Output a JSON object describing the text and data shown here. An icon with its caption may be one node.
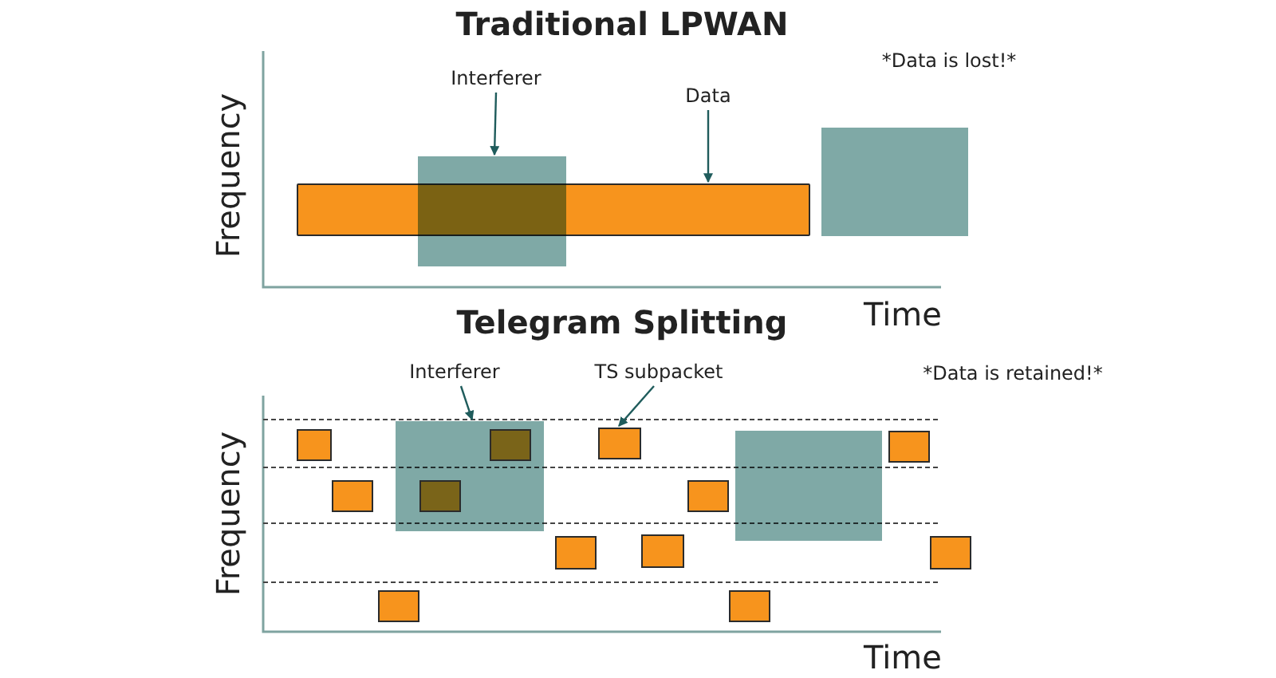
{
  "diagram": {
    "nodes": [
      {
        "text": [
          "Interferer"
        ]
      },
      {
        "text": [
          "Data"
        ]
      },
      {
        "text": [],
        "shape": "box"
      },
      {
        "text": [],
        "shape": "bar"
      },
      {
        "text": [],
        "shape": "box"
      },
      {
        "text": [
          "Interferer"
        ]
      },
      {
        "text": [
          "TS subpacket"
        ]
      },
      {
        "text": [],
        "shape": "box"
      },
      {
        "text": [],
        "shape": "box"
      },
      {
        "text": [],
        "shape": "box"
      },
      {
        "text": [],
        "shape": "box"
      },
      {
        "text": [],
        "shape": "box"
      },
      {
        "text": [],
        "shape": "box",
        "in": 7
      },
      {
        "text": [],
        "shape": "box",
        "in": 7
      },
      {
        "text": [],
        "shape": "box"
      },
      {
        "text": [],
        "shape": "box"
      },
      {
        "text": [],
        "shape": "box"
      },
      {
        "text": [],
        "shape": "box"
      },
      {
        "text": [],
        "shape": "box"
      },
      {
        "text": [],
        "shape": "box"
      },
      {
        "text": [],
        "shape": "box"
      }
    ],
    "edges": [
      {
        "from": 0,
        "to": 2,
        "arrow": "to"
      },
      {
        "from": 1,
        "to": 3,
        "arrow": "to"
      },
      {
        "from": 5,
        "to": 7,
        "arrow": "to"
      },
      {
        "from": 6,
        "to": 15,
        "arrow": "to"
      }
    ],
    "labels": [
      "Traditional LPWAN",
      "*Data is lost!*",
      "Frequency",
      "Time",
      "Telegram Splitting",
      "*Data is retained!*",
      "Frequency",
      "Time"
    ]
  }
}
